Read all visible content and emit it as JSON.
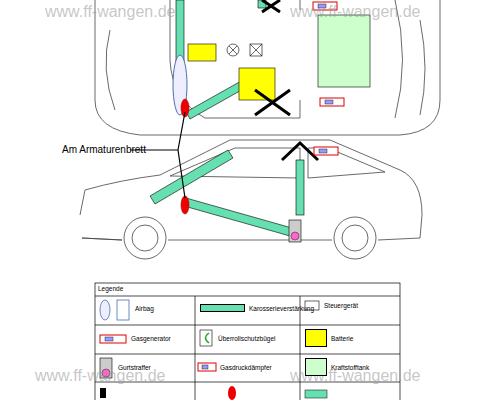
{
  "diagram": {
    "labels": [
      "www.ff-wangen.de",
      "www.ff-wangen.de",
      "Am Armaturenbrett",
      "Legende",
      "www.ff-wangen.de",
      "www.ff-wangen.de"
    ],
    "legend": [
      {
        "text": "Airbag"
      },
      {
        "text": "Karosserieverstärkung",
        "color": "#66e0b0"
      },
      {
        "text": "Steuergerät"
      },
      {
        "text": "Gasgenerator"
      },
      {
        "text": "Überrollschutzbügel"
      },
      {
        "text": "Batterie",
        "color": "#ffff00"
      },
      {
        "text": "Gurtstraffer"
      },
      {
        "text": "Gasdruckdämpfer"
      },
      {
        "text": "Kraftstofftank",
        "color": "#ccffcc"
      }
    ]
  }
}
